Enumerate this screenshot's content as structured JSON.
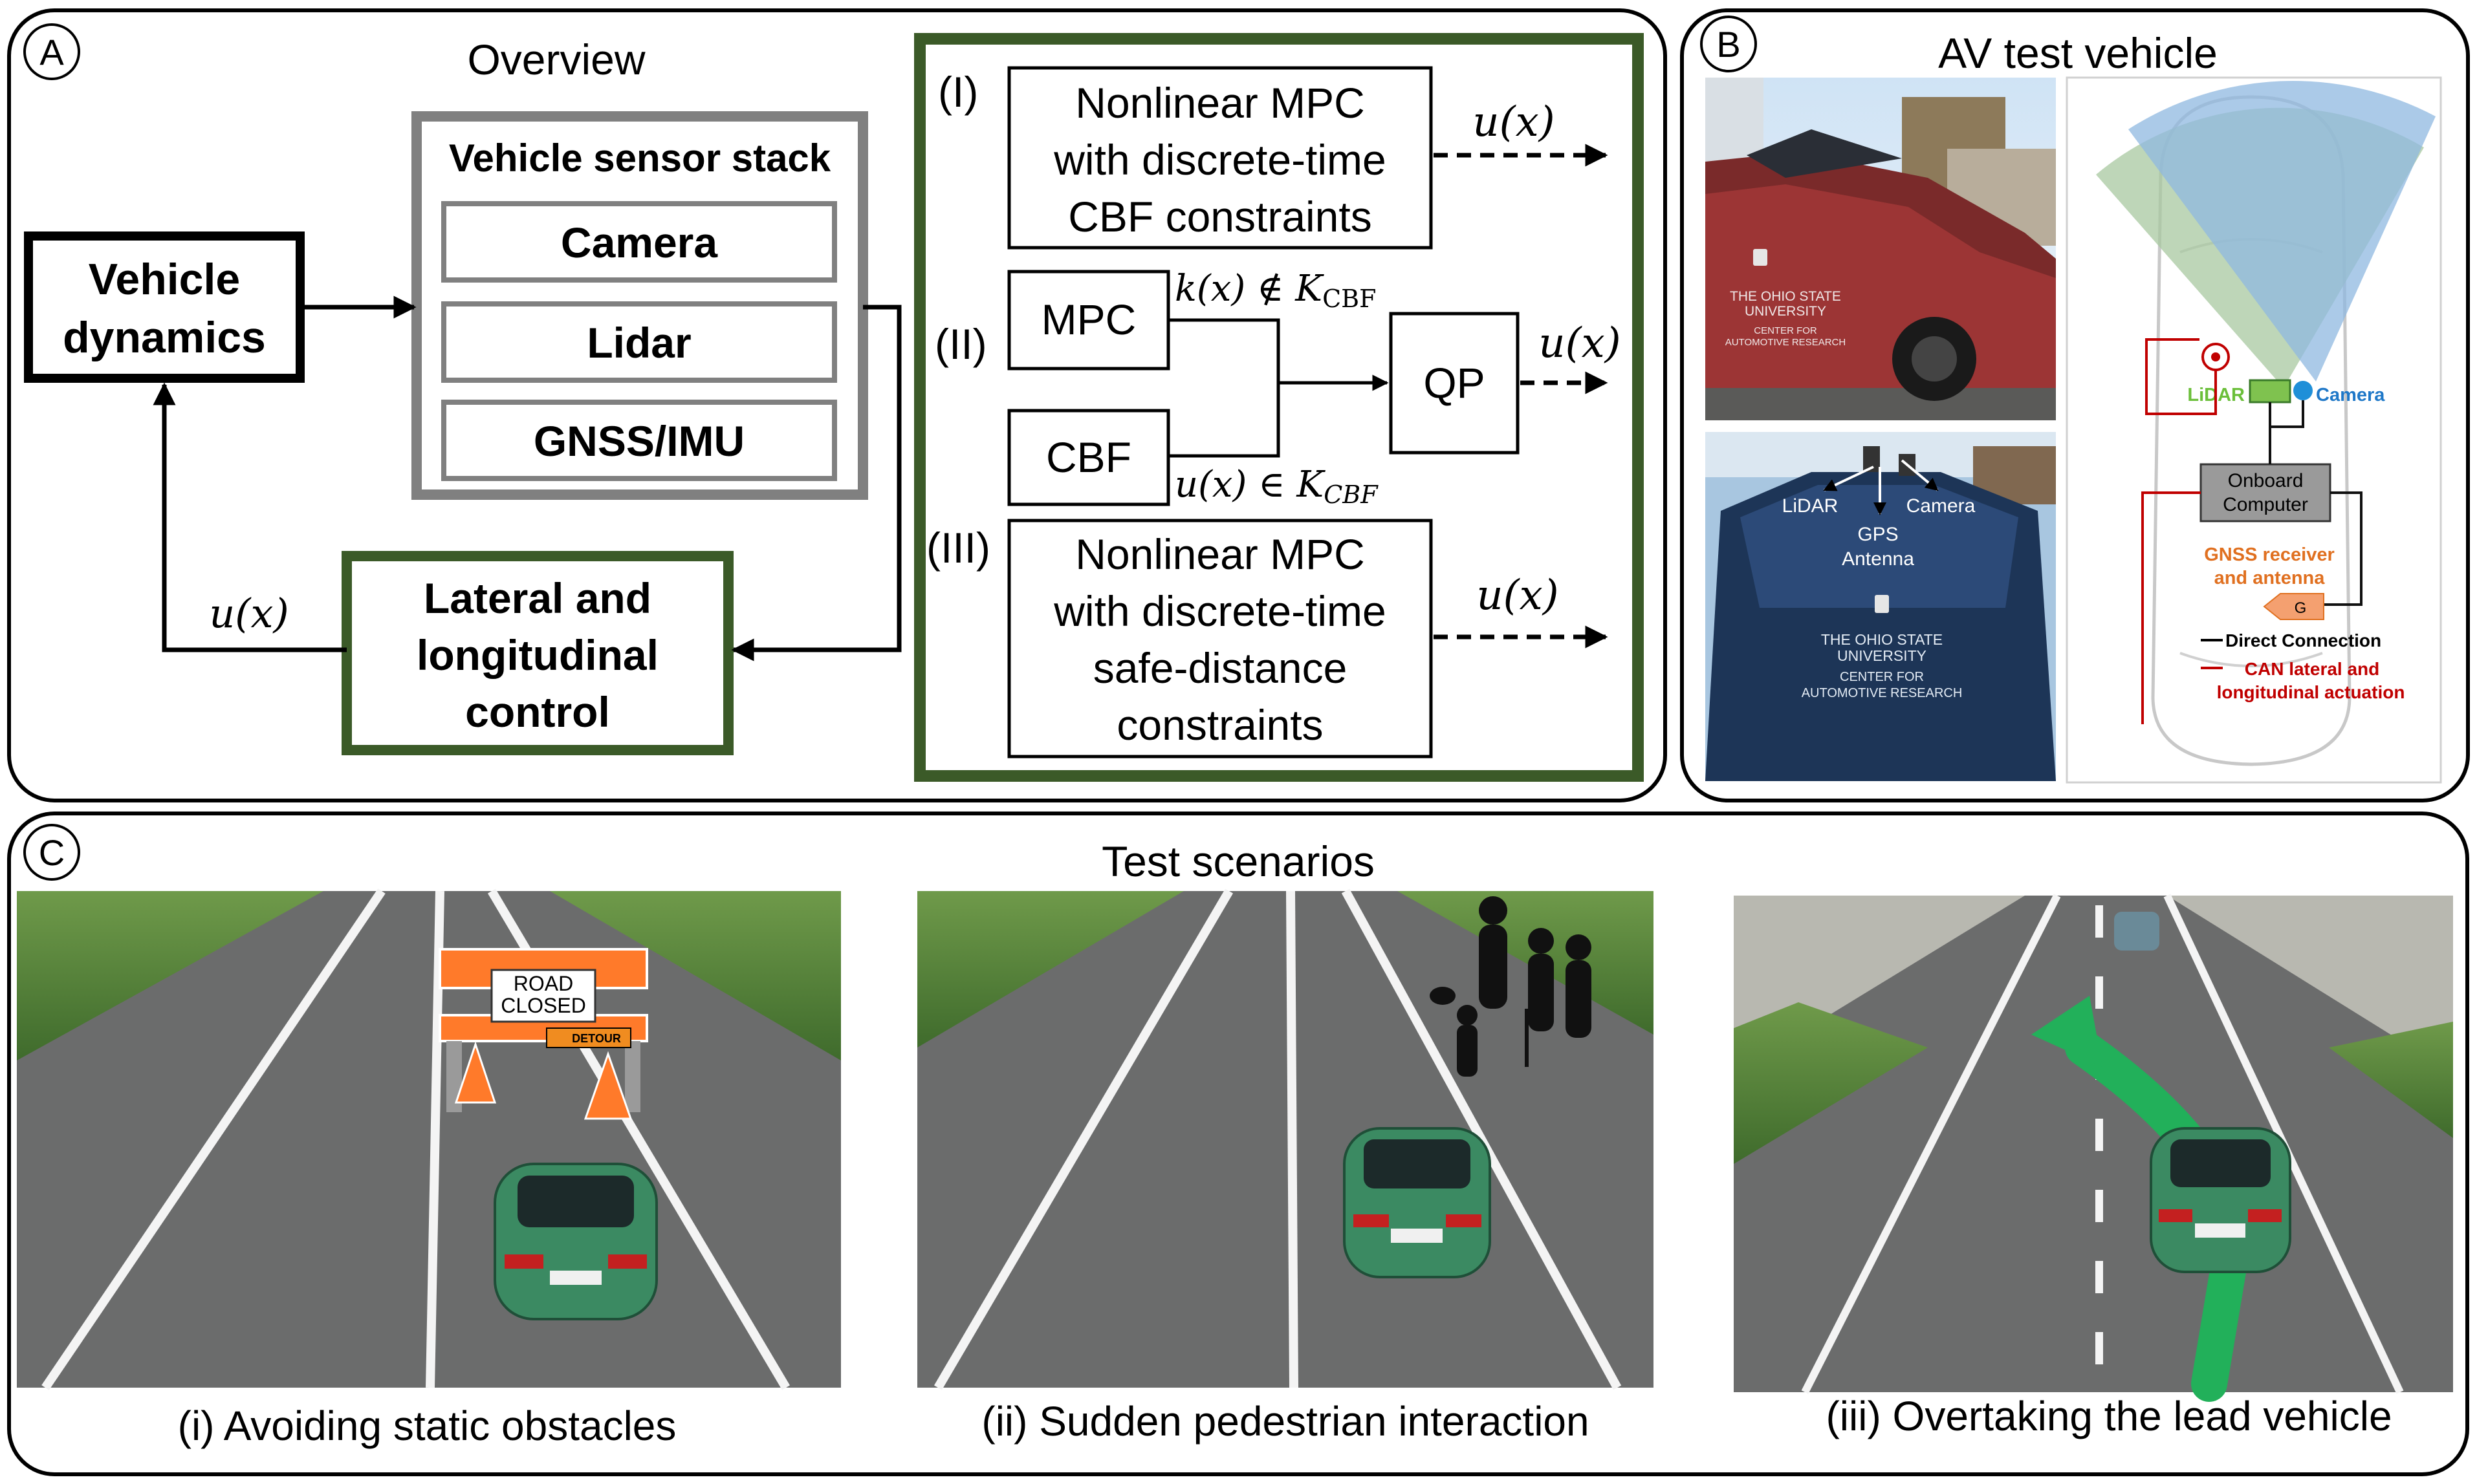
{
  "panel_a": {
    "letter": "A",
    "title": "Overview",
    "vehicle_dynamics": [
      "Vehicle",
      "dynamics"
    ],
    "sensor_stack_title": "Vehicle sensor stack",
    "sensors": [
      "Camera",
      "Lidar",
      "GNSS/IMU"
    ],
    "control": [
      "Lateral and",
      "longitudinal",
      "control"
    ],
    "feedback_label": "u(x)",
    "methods": {
      "i_label": "(I)",
      "i_text": [
        "Nonlinear MPC",
        "with discrete-time",
        "CBF constraints"
      ],
      "i_out": "u(x)",
      "ii_label": "(II)",
      "mpc": "MPC",
      "cbf": "CBF",
      "qp": "QP",
      "k_not_in": "k(x) ∉ K",
      "k_sub": "CBF",
      "u_in": "u(x) ∈ K",
      "u_sub": "CBF",
      "ii_out": "u(x)",
      "iii_label": "(III)",
      "iii_text": [
        "Nonlinear MPC",
        "with discrete-time",
        "safe-distance",
        "constraints"
      ],
      "iii_out": "u(x)"
    }
  },
  "panel_b": {
    "letter": "B",
    "title": "AV test vehicle",
    "photo1_text": [
      "THE OHIO STATE",
      "UNIVERSITY",
      "CENTER FOR",
      "AUTOMOTIVE RESEARCH"
    ],
    "photo2_labels": [
      "LiDAR",
      "Camera",
      "GPS",
      "Antenna"
    ],
    "photo2_text": [
      "THE OHIO STATE",
      "UNIVERSITY",
      "CENTER FOR",
      "AUTOMOTIVE RESEARCH"
    ],
    "diagram": {
      "lidar": "LiDAR",
      "camera": "Camera",
      "computer": [
        "Onboard",
        "Computer"
      ],
      "gnss": [
        "GNSS receiver",
        "and antenna"
      ],
      "g": "G",
      "legend_direct": "Direct Connection",
      "legend_can": [
        "CAN lateral and",
        "longitudinal actuation"
      ]
    }
  },
  "panel_c": {
    "letter": "C",
    "title": "Test scenarios",
    "sign": [
      "ROAD",
      "CLOSED"
    ],
    "detour": "DETOUR",
    "captions": [
      "(i) Avoiding static obstacles",
      "(ii) Sudden pedestrian interaction",
      "(iii) Overtaking the lead vehicle"
    ]
  },
  "colors": {
    "green_frame": "#3b5a28",
    "grey_frame": "#808080",
    "road": "#6b6c6c",
    "car": "#3b8a62",
    "lidar_green": "#6bbf3a",
    "camera_blue": "#1f8fd8",
    "gnss_orange": "#e07020",
    "can_red": "#c00000"
  }
}
